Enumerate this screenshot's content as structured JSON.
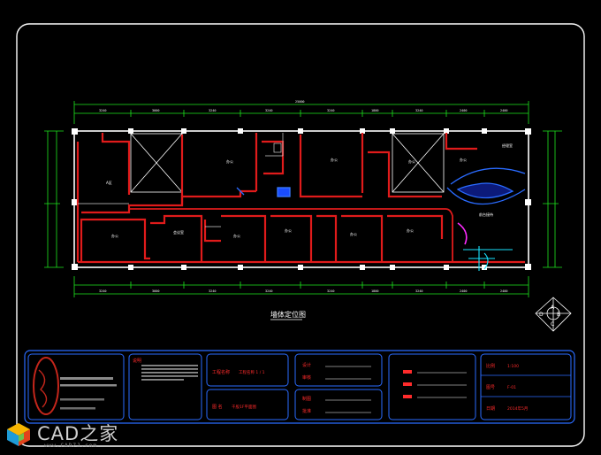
{
  "drawing": {
    "plan_title": "墙体定位图",
    "compass": {
      "labels": [
        "A",
        "B",
        "C",
        "D"
      ]
    },
    "room_labels": [
      "A区",
      "办公",
      "办公",
      "办公",
      "办公",
      "会议室",
      "办公",
      "办公",
      "办公",
      "办公",
      "办公",
      "前台接待",
      "经理室"
    ]
  },
  "title_block": {
    "notes_label": "说明",
    "project_label": "工程名称",
    "project_value": "工程名称 1 / 1",
    "drawing_label": "图 名",
    "drawing_value": "千股1F平面图",
    "design_label": "设计",
    "check_label": "审核",
    "draw_label": "制图",
    "approve_label": "批准",
    "scale_label": "比例",
    "no_label": "图号",
    "date_label": "日期",
    "scale_value": "1:100",
    "no_value": "F-01",
    "date_value": "2014年5月"
  },
  "watermark": {
    "brand": "CAD之家",
    "url": "www.CADZJ.com"
  }
}
